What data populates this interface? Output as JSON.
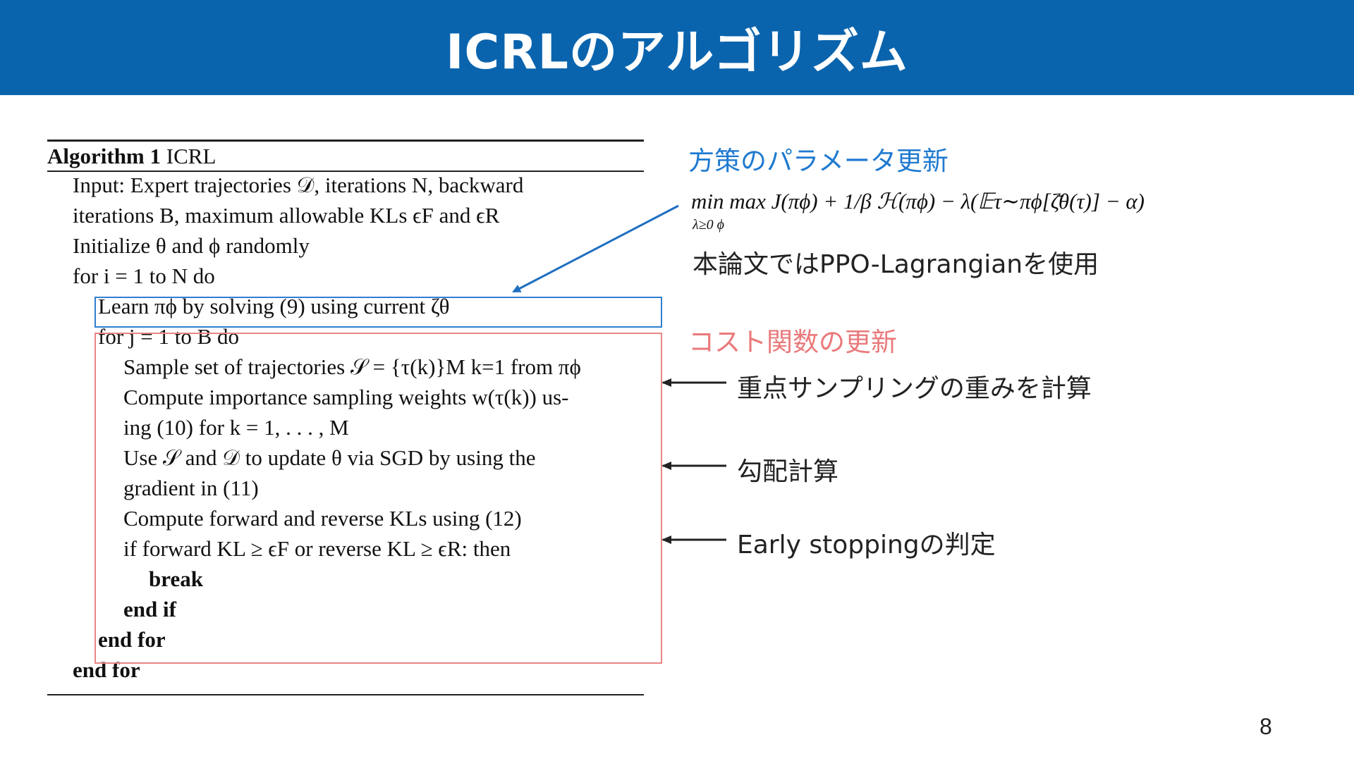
{
  "title": "ICRLのアルゴリズム",
  "page_number": "8",
  "algorithm": {
    "title_bold": "Algorithm 1",
    "title_name": "ICRL",
    "lines": [
      "Input: Expert trajectories 𝒟, iterations N, backward",
      "iterations B, maximum allowable KLs ϵF and ϵR",
      "Initialize θ and ϕ randomly",
      "for i = 1 to N do",
      "Learn πϕ by solving (9) using current ζθ",
      "for j = 1 to B do",
      "Sample set of trajectories 𝒮 = {τ(k)}M k=1 from πϕ",
      "Compute importance sampling weights w(τ(k)) us-",
      "ing (10) for k = 1, . . . , M",
      "Use 𝒮 and 𝒟 to update θ via SGD by using the",
      "gradient in (11)",
      "Compute forward and reverse KLs using (12)",
      "if forward KL ≥ ϵF or reverse KL ≥ ϵR: then",
      "break",
      "end if",
      "end for",
      "end for"
    ]
  },
  "annotations": {
    "policy_update_heading": "方策のパラメータ更新",
    "formula": "min max J(πϕ) + 1/β ℋ(πϕ) − λ(𝔼τ∼πϕ[ζ̄θ(τ)] − α)",
    "formula_sub": "λ≥0   ϕ",
    "ppo_note": "本論文ではPPO-Lagrangianを使用",
    "cost_update_heading": "コスト関数の更新",
    "importance_note": "重点サンプリングの重みを計算",
    "gradient_note": "勾配計算",
    "early_stop_note": "Early stoppingの判定"
  },
  "colors": {
    "header_bg": "#0a64ad",
    "blue_accent": "#1f7ad0",
    "red_accent": "#e9797b"
  }
}
